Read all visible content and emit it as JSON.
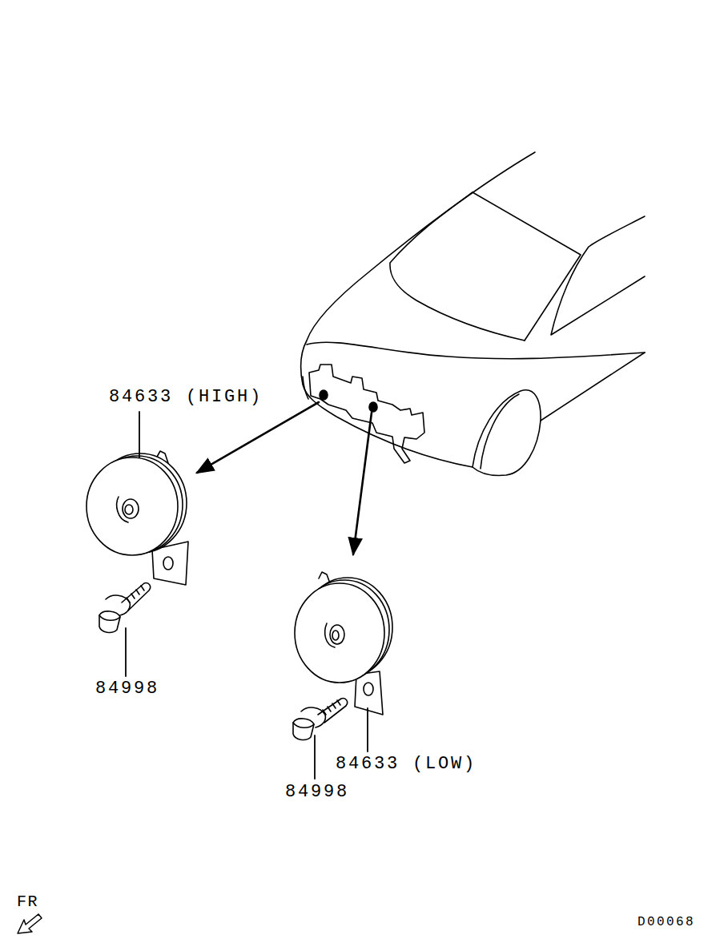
{
  "diagram": {
    "labels": [
      "84633 (HIGH)",
      "84998",
      "84633 (LOW)",
      "84998",
      "FR",
      "D00068"
    ]
  }
}
